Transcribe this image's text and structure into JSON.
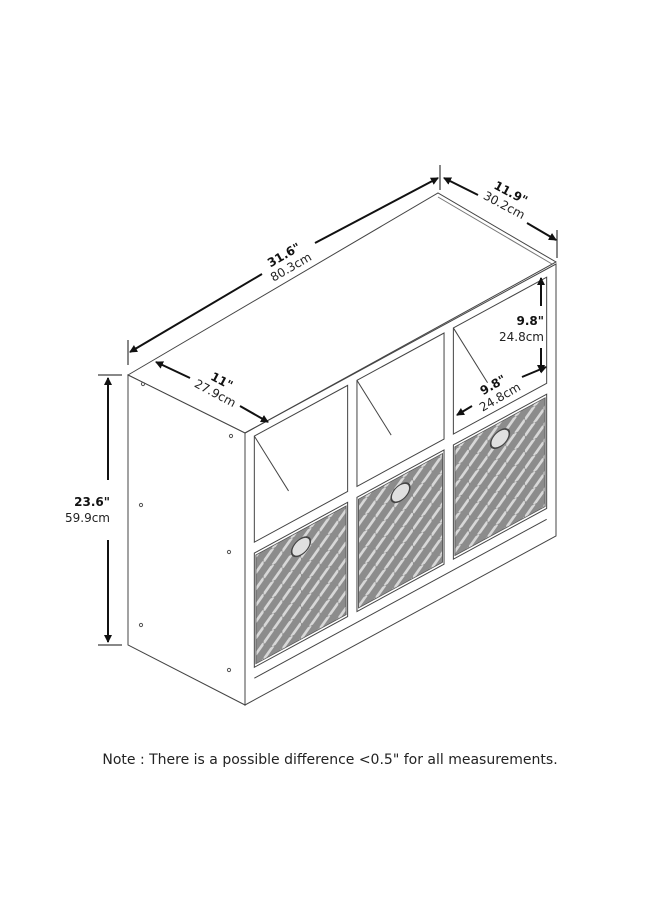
{
  "dimensions": {
    "width": {
      "in": "31.6\"",
      "cm": "80.3cm"
    },
    "depth": {
      "in": "11.9\"",
      "cm": "30.2cm"
    },
    "height": {
      "in": "23.6\"",
      "cm": "59.9cm"
    },
    "inner_depth": {
      "in": "11\"",
      "cm": "27.9cm"
    },
    "cubby_height": {
      "in": "9.8\"",
      "cm": "24.8cm"
    },
    "cubby_width": {
      "in": "9.8\"",
      "cm": "24.8cm"
    }
  },
  "note": "Note : There is a possible difference <0.5\" for all measurements.",
  "colors": {
    "line": "#444444",
    "bin": "#8a8a8a",
    "arrow": "#111111"
  }
}
